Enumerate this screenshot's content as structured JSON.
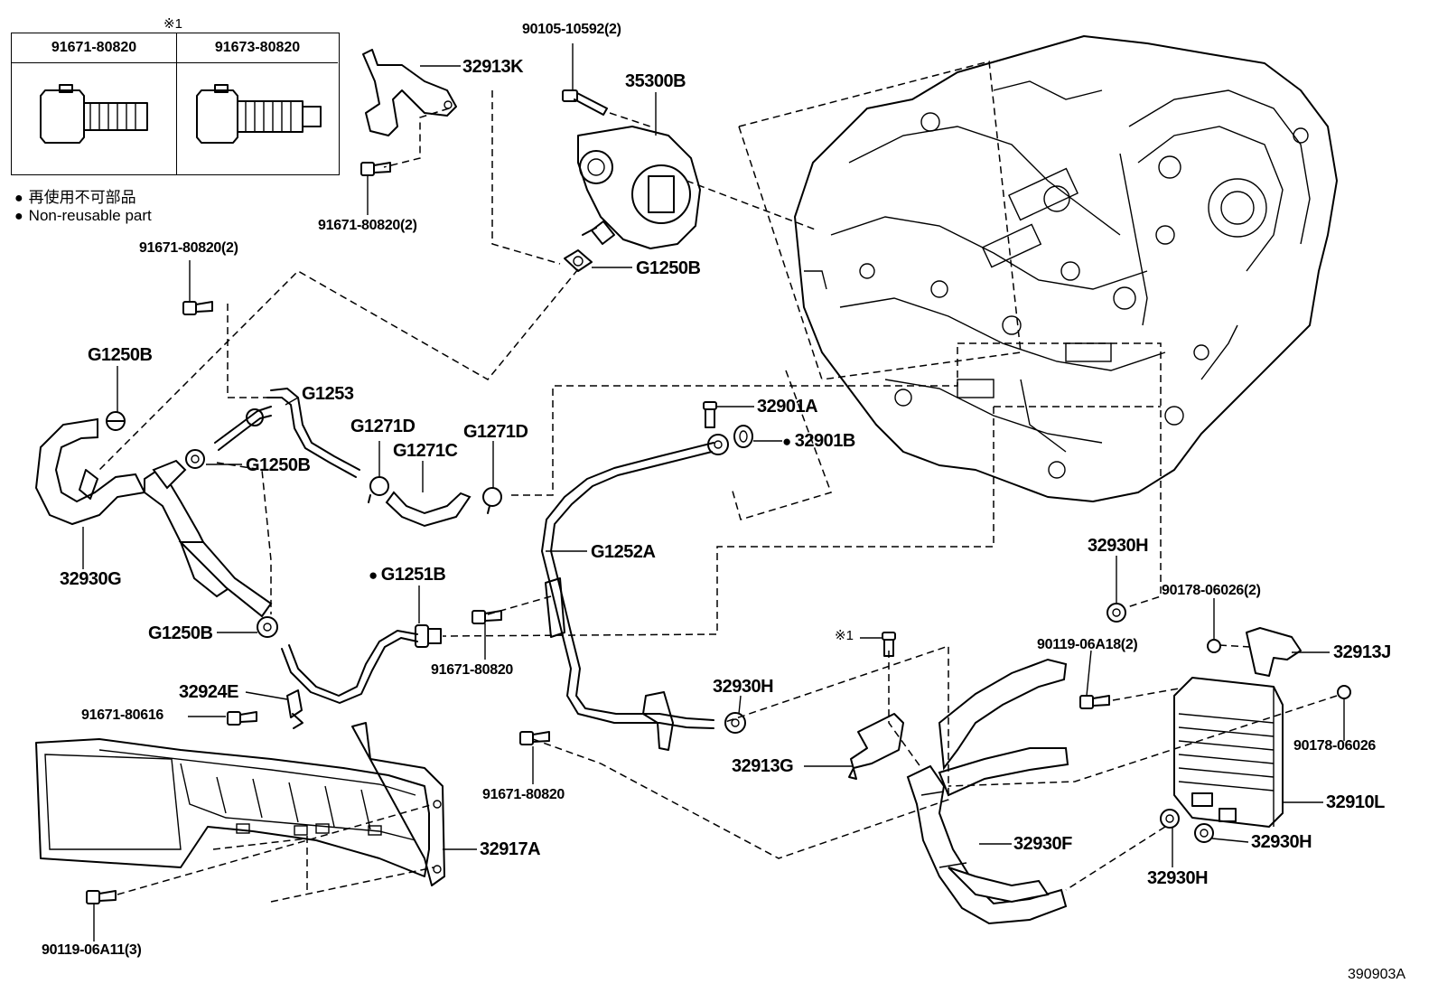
{
  "table": {
    "marker": "※1",
    "col1": "91671-80820",
    "col2": "91673-80820"
  },
  "legend": {
    "jp": "再使用不可部品",
    "en": "Non-reusable part"
  },
  "labels": {
    "p90105": "90105-10592(2)",
    "p35300B": "35300B",
    "p32913K": "32913K",
    "p91671_2_top": "91671-80820(2)",
    "pG1250B_top": "G1250B",
    "p91671_2_left": "91671-80820(2)",
    "pG1250B_left": "G1250B",
    "pG1253": "G1253",
    "pG1250B_mid": "G1250B",
    "pG1271D_a": "G1271D",
    "pG1271C": "G1271C",
    "pG1271D_b": "G1271D",
    "p32930G": "32930G",
    "p32901A": "32901A",
    "p32901B": "32901B",
    "pG1252A": "G1252A",
    "pG1251B": "G1251B",
    "pG1250B_low": "G1250B",
    "p91671_mid": "91671-80820",
    "p32924E": "32924E",
    "p91671_80616": "91671-80616",
    "p32930H_mid": "32930H",
    "p91671_low": "91671-80820",
    "p32930H_top": "32930H",
    "p90178_2": "90178-06026(2)",
    "p90119_2": "90119-06A18(2)",
    "p32913J": "32913J",
    "marker1": "※1",
    "p90178": "90178-06026",
    "p32913G": "32913G",
    "p32910L": "32910L",
    "p32917A": "32917A",
    "p32930F": "32930F",
    "p32930H_r": "32930H",
    "p32930H_b": "32930H",
    "p90119_3": "90119-06A11(3)"
  },
  "ref_code": "390903A"
}
